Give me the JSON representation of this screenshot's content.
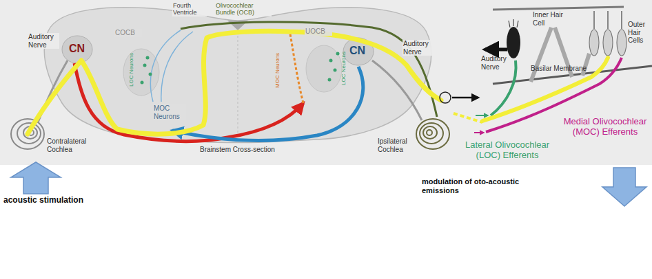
{
  "diagram": {
    "labels": [
      "Fourth Ventricle",
      "Olivocochlear Bundle (OCB)",
      "Auditory Nerve",
      "CN",
      "COCB",
      "LOC Neurons",
      "MOC Neurons",
      "UOCB",
      "MOC Neurons",
      "LOC Neurons",
      "CN",
      "Auditory Nerve",
      "Contralateral Cochlea",
      "Brainstem Cross-section",
      "Ipsilateral Cochlea",
      "Inner Hair Cell",
      "Outer Hair Cells",
      "Auditory Nerve",
      "Basilar Membrane",
      "Medial Olivocochlear (MOC) Efferents",
      "Lateral Olivocochlear (LOC) Efferents",
      "acoustic stimulation",
      "modulation of oto-acoustic emissions"
    ]
  }
}
